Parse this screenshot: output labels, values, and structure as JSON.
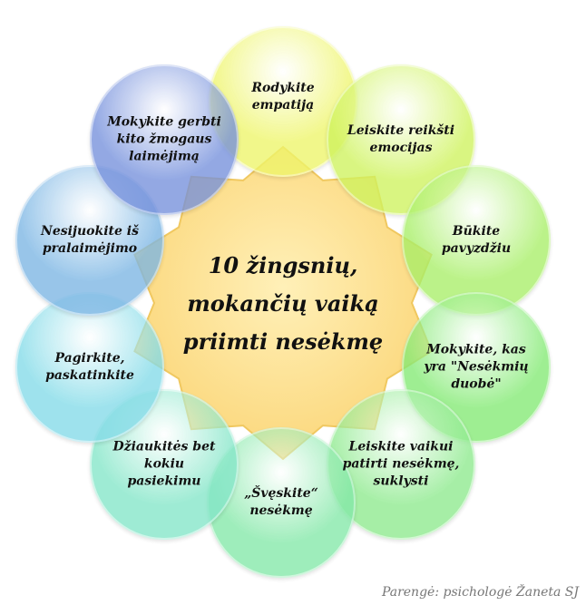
{
  "title": "10 žingsnių, mokančių vaiką priimti nesėkmę",
  "steps": [
    {
      "text": "Rodykite empatiją",
      "color": "#eef56a"
    },
    {
      "text": "Leiskite reikšti emocijas",
      "color": "#cff35e"
    },
    {
      "text": "Būkite pavyzdžiu",
      "color": "#a8ef68"
    },
    {
      "text": "Mokykite, kas yra \"Nesėkmių duobė\"",
      "color": "#84ea74"
    },
    {
      "text": "Leiskite vaikui patirti nesėkmę, suklysti",
      "color": "#8eea8e"
    },
    {
      "text": "„Švęskite“ nesėkmę",
      "color": "#84e8a8"
    },
    {
      "text": "Džiaukitės bet kokiu pasiekimu",
      "color": "#84e6c8"
    },
    {
      "text": "Pagirkite, paskatinkite",
      "color": "#84dbe8"
    },
    {
      "text": "Nesijuokite iš pralaimėjimo",
      "color": "#7cb6e4"
    },
    {
      "text": "Mokykite gerbti kito žmogaus laimėjimą",
      "color": "#7590dc"
    }
  ],
  "center_color": "#fddc84",
  "footer": "Parengė: psichologė Žaneta SJ"
}
